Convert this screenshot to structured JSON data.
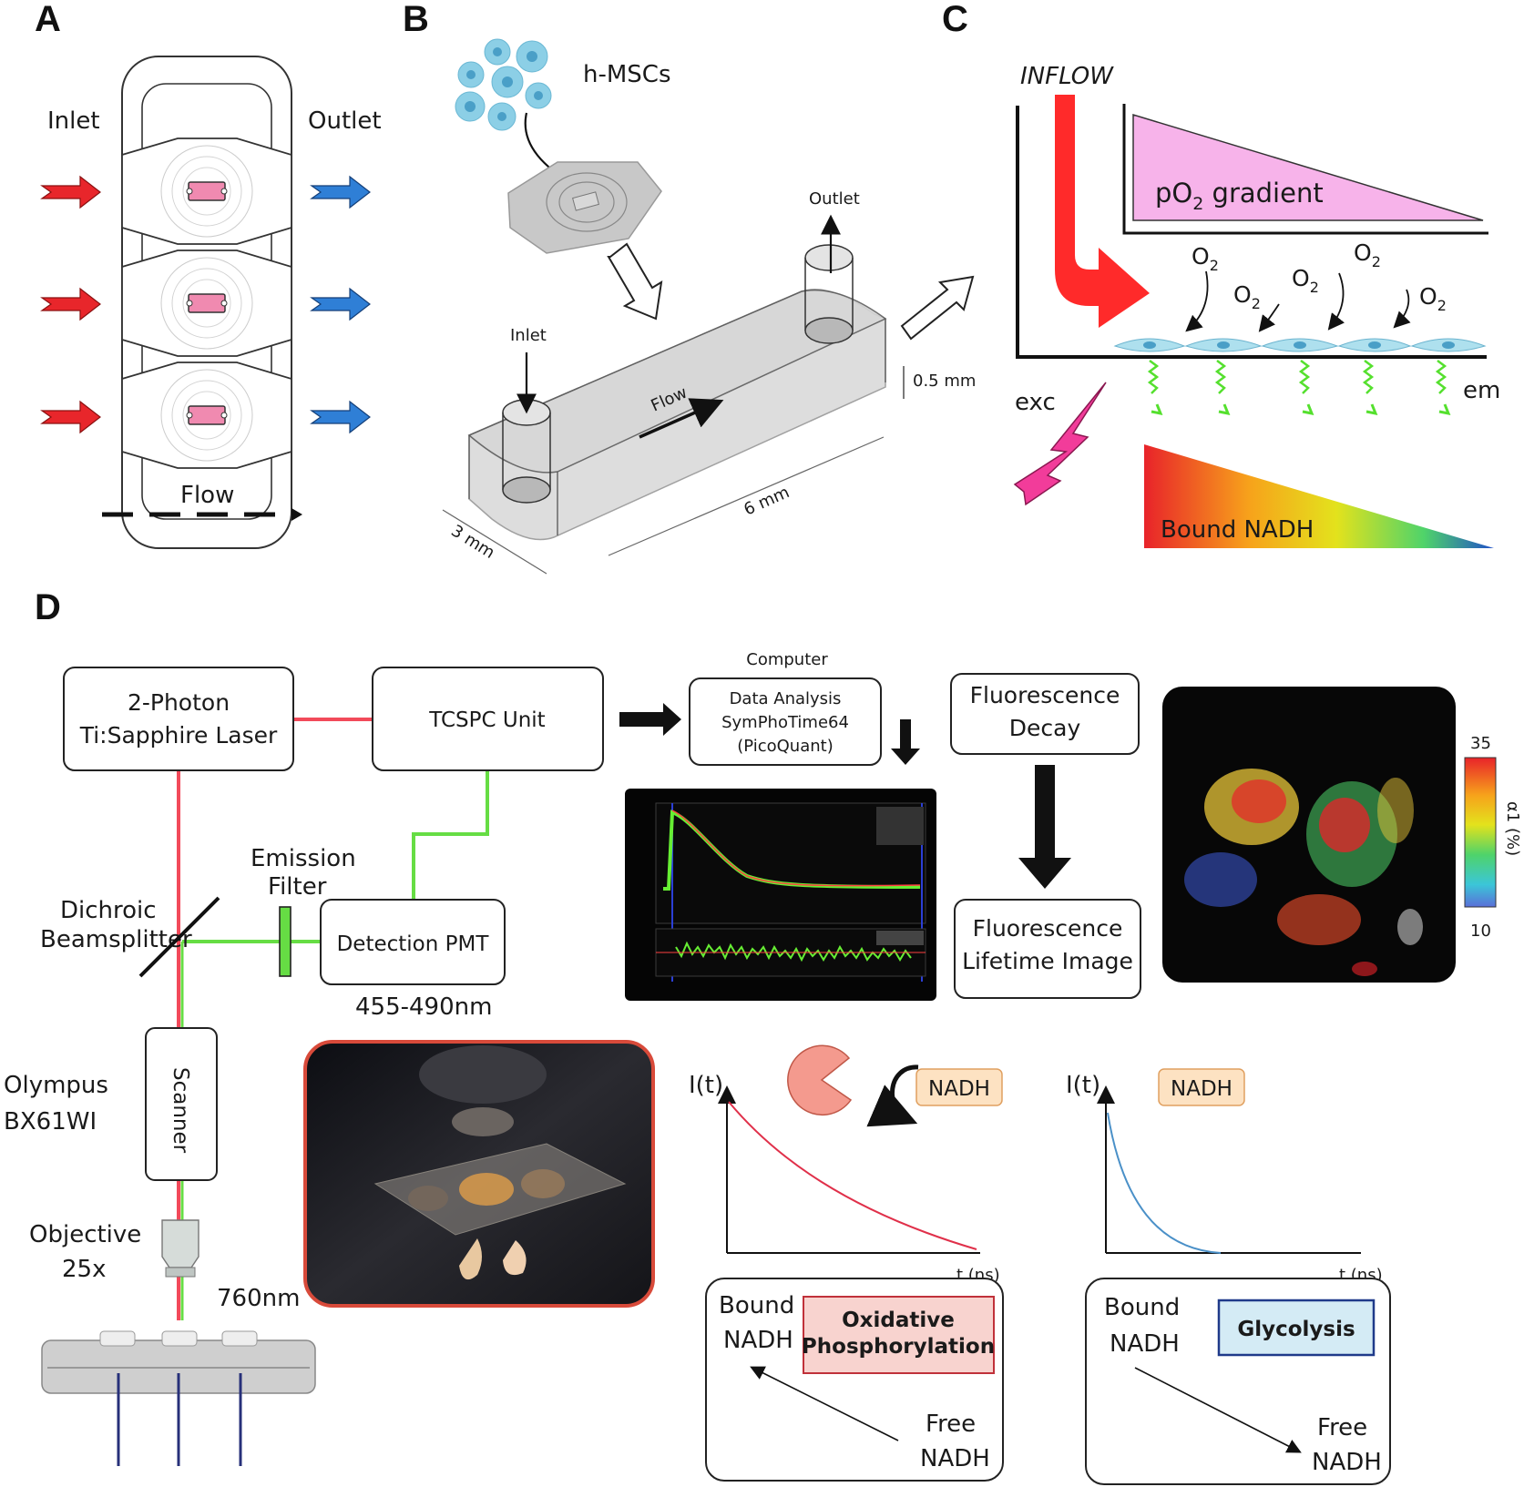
{
  "panels": {
    "a": {
      "letter": "A",
      "inlet": "Inlet",
      "outlet": "Outlet",
      "flow": "Flow"
    },
    "b": {
      "letter": "B",
      "cells": "h-MSCs",
      "outlet": "Outlet",
      "inlet": "Inlet",
      "flow": "Flow",
      "height": "0.5 mm",
      "length": "6 mm",
      "width": "3 mm"
    },
    "c": {
      "letter": "C",
      "inflow": "INFLOW",
      "gradient_main": "pO",
      "gradient_sub": "2",
      "gradient_tail": " gradient",
      "o2_main": "O",
      "o2_sub": "2",
      "exc": "exc",
      "em": "em",
      "bound_nadh": "Bound NADH"
    },
    "d": {
      "letter": "D",
      "laser_line1": "2-Photon",
      "laser_line2": "Ti:Sapphire Laser",
      "tcspc": "TCSPC Unit",
      "computer": "Computer",
      "analysis_line1": "Data Analysis",
      "analysis_line2": "SymPhoTime64",
      "analysis_line3": "(PicoQuant)",
      "decay_line1": "Fluorescence",
      "decay_line2": "Decay",
      "lifetime_line1": "Fluorescence",
      "lifetime_line2": "Lifetime Image",
      "scale_max": "35",
      "scale_min": "10",
      "scale_label": "α1 (%)",
      "emission_line1": "Emission",
      "emission_line2": "Filter",
      "dichroic_line1": "Dichroic",
      "dichroic_line2": "Beamsplitter",
      "pmt": "Detection PMT",
      "pmt_range": "455-490nm",
      "scope_line1": "Olympus",
      "scope_line2": "BX61WI",
      "scanner": "Scanner",
      "objective_line1": "Objective",
      "objective_line2": "25x",
      "wavelength": "760nm",
      "axis_y": "I(t)",
      "axis_x": "t (ns)",
      "nadh_tag": "NADH",
      "bound_line1": "Bound",
      "bound_line2": "NADH",
      "free_line1": "Free",
      "free_line2": "NADH",
      "oxphos_line1": "Oxidative",
      "oxphos_line2": "Phosphorylation",
      "glycolysis": "Glycolysis"
    }
  },
  "colors": {
    "inlet_arrow": "#e8262b",
    "outlet_arrow": "#2f7fd6",
    "laser_beam": "#f24a5a",
    "emission_beam": "#66dd44",
    "inflow_arrow": "#ff2a2a",
    "gradient_fill": "#f7b3ea",
    "cell_fill": "#aee0ee",
    "exc_bolt": "#f23c9a",
    "em_arrow": "#55e02e",
    "oxphos_fill": "#f8d3cf",
    "oxphos_border": "#c0313a",
    "glycolysis_fill": "#d4ebf5",
    "glycolysis_border": "#1f3a8a",
    "nadh_tag_fill": "#fde2c2",
    "slow_decay": "#e0304a",
    "fast_decay": "#4a90c8",
    "pacman": "#f49a8e"
  }
}
